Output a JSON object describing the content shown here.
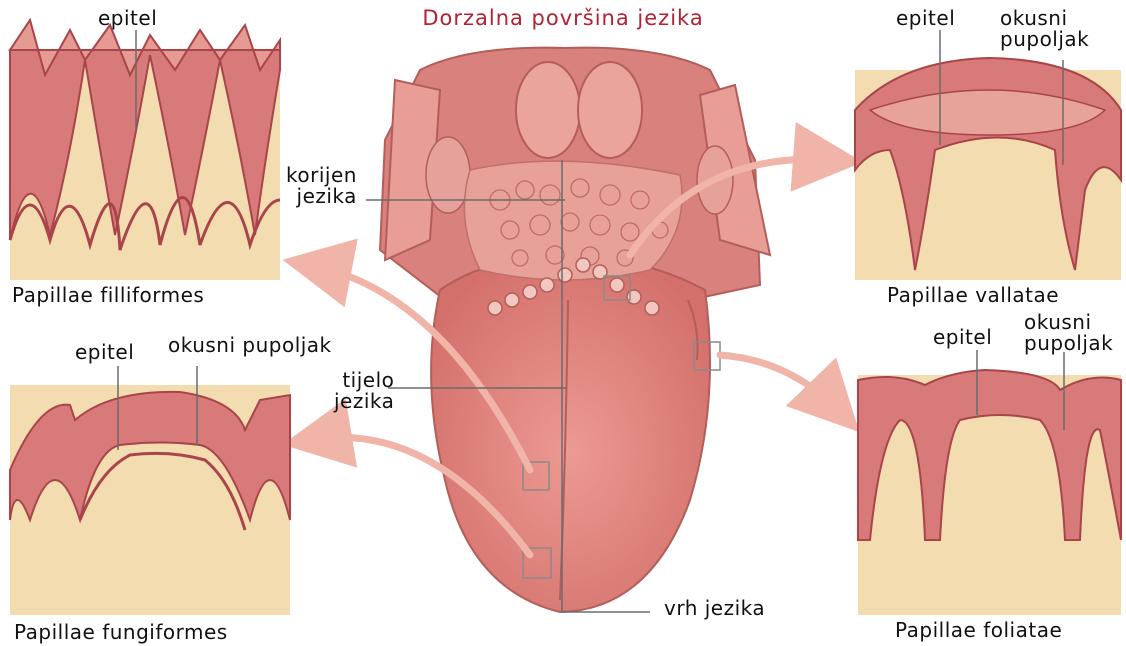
{
  "title": "Dorzalna površina jezika",
  "colors": {
    "title": "#b22234",
    "tongue": "#e0837e",
    "tongue_dark": "#c8635f",
    "epithelium": "#b94a4e",
    "epithelium_light": "#d97a7a",
    "connective": "#f2dcb0",
    "arrow": "#f0b4a8",
    "line": "#6b6b6b"
  },
  "tongue_labels": {
    "root": "korijen\njezika",
    "body": "tijelo\njezika",
    "tip": "vrh jezika"
  },
  "panels": {
    "filiformes": {
      "caption": "Papillae filliformes",
      "epitel": "epitel"
    },
    "fungiformes": {
      "caption": "Papillae fungiformes",
      "epitel": "epitel",
      "bud": "okusni pupoljak"
    },
    "vallatae": {
      "caption": "Papillae vallatae",
      "epitel": "epitel",
      "bud": "okusni\npupoljak"
    },
    "foliatae": {
      "caption": "Papillae foliatae",
      "epitel": "epitel",
      "bud": "okusni\npupoljak"
    }
  }
}
